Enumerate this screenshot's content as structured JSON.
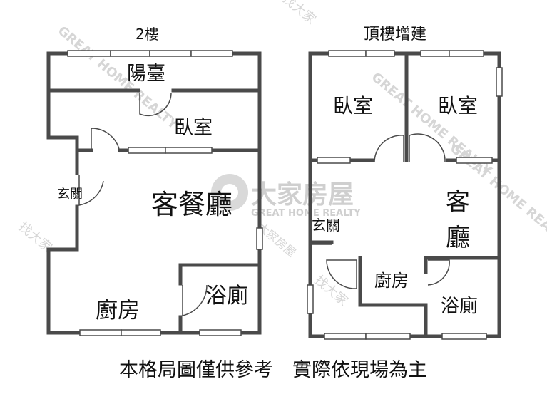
{
  "watermark": {
    "brand_name": "大家房屋",
    "brand_english": "GREAT HOME REALTY",
    "diagonal_text": [
      "GREAT HOME REALTY",
      "GREAT HOME REALTY",
      "GREAT HOME REALTY",
      "大家房屋",
      "找大家",
      "找大家",
      "找大家"
    ],
    "logo_color": "#c9c9c9"
  },
  "floor2": {
    "title": "2樓",
    "rooms": {
      "balcony": "陽臺",
      "bedroom": "臥室",
      "living_dining": "客餐廳",
      "entrance": "玄關",
      "kitchen": "廚房",
      "bathroom": "浴廁"
    }
  },
  "rooftop": {
    "title": "頂樓增建",
    "rooms": {
      "bedroom_left": "臥室",
      "bedroom_right": "臥室",
      "living_1": "客",
      "living_2": "廳",
      "entrance": "玄關",
      "kitchen": "廚房",
      "bathroom": "浴廁"
    }
  },
  "footer": {
    "disclaimer": "本格局圖僅供參考　實際依現場為主"
  },
  "colors": {
    "wall": "#4a4a4a",
    "text": "#111111",
    "watermark": "#d4d4d4"
  }
}
